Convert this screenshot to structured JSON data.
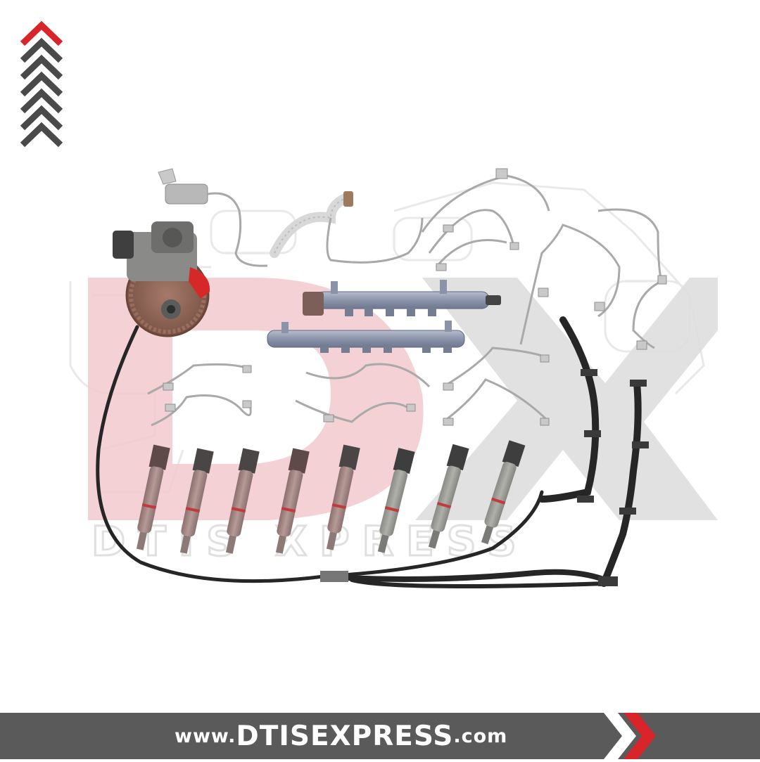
{
  "brand": {
    "logo_letters": "DX",
    "watermark_text": "DTIS XPRESS",
    "colors": {
      "accent_red": "#d9252a",
      "dark_gray": "#4a4a4a",
      "footer_gray": "#5a5a5a",
      "watermark_gray": "#dcdcdc",
      "watermark_pink": "#f1c9cd"
    }
  },
  "footer": {
    "url_prefix": "www.",
    "url_domain": "DTISEXPRESS",
    "url_suffix": ".com"
  },
  "icons": {
    "top_left": "stacked-chevrons-up-icon",
    "footer_right": "double-chevron-right-icon"
  },
  "products": {
    "injector_count": 8,
    "fuel_rail_count": 2,
    "return_line_count": 2
  }
}
